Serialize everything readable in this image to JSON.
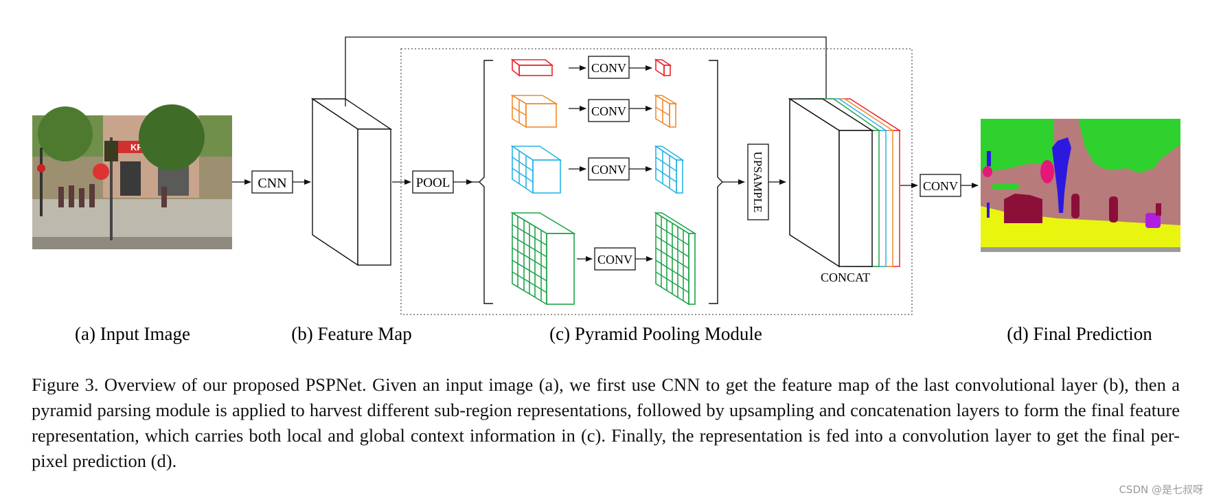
{
  "figure": {
    "input_label": "(a) Input Image",
    "feature_label": "(b) Feature Map",
    "ppm_label": "(c) Pyramid Pooling Module",
    "prediction_label": "(d) Final Prediction",
    "cnn": "CNN",
    "pool": "POOL",
    "conv": "CONV",
    "upsample": "UPSAMPLE",
    "concat": "CONCAT",
    "photo_sign": "KFC",
    "colors": {
      "red": "#e8232b",
      "orange": "#f08a2c",
      "cyan": "#27b4e6",
      "green": "#1fa34a",
      "seg_green": "#2fd12f",
      "seg_road": "#b77b7b",
      "seg_yellow": "#e8f50f",
      "seg_blue": "#2b19e0",
      "seg_magenta": "#e5187a",
      "seg_maroon": "#8c0f3a",
      "seg_purple": "#b01fe0"
    }
  },
  "caption": "Figure 3. Overview of our proposed PSPNet. Given an input image (a), we first use CNN to get the feature map of the last convolutional layer (b), then a pyramid parsing module is applied to harvest different sub-region representations, followed by upsampling and concatenation layers to form the final feature representation, which carries both local and global context information in (c). Finally, the representation is fed into a convolution layer to get the final per-pixel prediction (d).",
  "watermark": "CSDN @是七叔呀"
}
